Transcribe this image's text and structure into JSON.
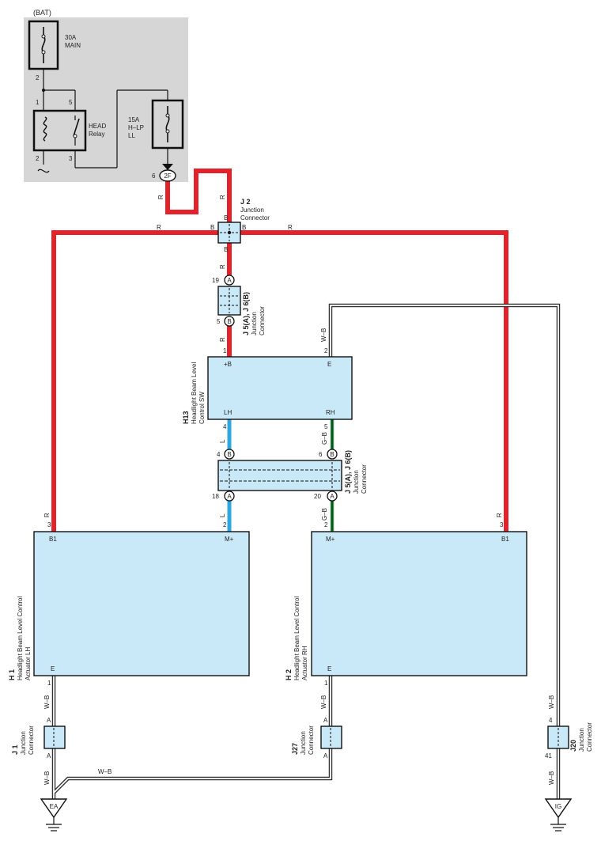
{
  "fuse_box": {
    "bat_label": "(BAT)",
    "main_fuse": {
      "amp": "30A",
      "name": "MAIN",
      "pin_bottom": "2"
    },
    "relay": {
      "name": "HEAD",
      "name2": "Relay",
      "pin1": "1",
      "pin2": "2",
      "pin3": "3",
      "pin5": "5"
    },
    "hlp_fuse": {
      "amp": "15A",
      "name": "H–LP",
      "name2": "LL"
    },
    "out_pin": "6",
    "out_connector": "2F"
  },
  "j2": {
    "id": "J 2",
    "name": "Junction",
    "name2": "Connector",
    "pin_b": "B"
  },
  "j5_top": {
    "id": "J 5(A), J 6(B)",
    "name": "Junction",
    "name2": "Connector",
    "pin_top": "19",
    "circle_top": "A",
    "pin_bottom": "5",
    "circle_bottom": "B"
  },
  "h13": {
    "id": "H13",
    "name": "Headlight Beam Level",
    "name2": "Control SW",
    "pin_b": "+B",
    "pin_e": "E",
    "pin_lh": "LH",
    "pin_rh": "RH",
    "num_b": "1",
    "num_e": "2",
    "num_lh": "4",
    "num_rh": "5"
  },
  "j5_mid": {
    "id": "J 5(A), J 6(B)",
    "name": "Junction",
    "name2": "Connector",
    "l_top_pin": "4",
    "l_top_circle": "B",
    "r_top_pin": "6",
    "r_top_circle": "B",
    "l_bot_pin": "18",
    "l_bot_circle": "A",
    "r_bot_pin": "20",
    "r_bot_circle": "A"
  },
  "h1": {
    "id": "H 1",
    "name": "Headlight Beam Level Control",
    "name2": "Actuator LH",
    "pin_b1": "B1",
    "pin_m": "M+",
    "pin_e": "E",
    "num_b1": "3",
    "num_m": "2",
    "num_e": "1"
  },
  "h2": {
    "id": "H 2",
    "name": "Headlight Beam Level Control",
    "name2": "Actuator RH",
    "pin_b1": "B1",
    "pin_m": "M+",
    "pin_e": "E",
    "num_b1": "3",
    "num_m": "2",
    "num_e": "1"
  },
  "j1": {
    "id": "J 1",
    "name": "Junction",
    "name2": "Connector",
    "pin_top": "A",
    "pin_bottom": "A"
  },
  "j27": {
    "id": "J27",
    "name": "Junction",
    "name2": "Connector",
    "pin_top": "A",
    "pin_bottom": "A"
  },
  "j20": {
    "id": "J20",
    "name": "Junction",
    "name2": "Connector",
    "pin_top": "4",
    "pin_bottom": "41"
  },
  "grounds": {
    "ea": "EA",
    "ig": "IG"
  },
  "wire_colors": {
    "r": "R",
    "b": "B",
    "l": "L",
    "gb": "G–B",
    "wb": "W–B"
  },
  "colors": {
    "red_wire": "#e3222b",
    "blue_wire": "#2da7e0",
    "green_wire": "#2e9b4a",
    "component_fill": "#c9e9f8",
    "fuse_box_fill": "#d6d6d6"
  }
}
